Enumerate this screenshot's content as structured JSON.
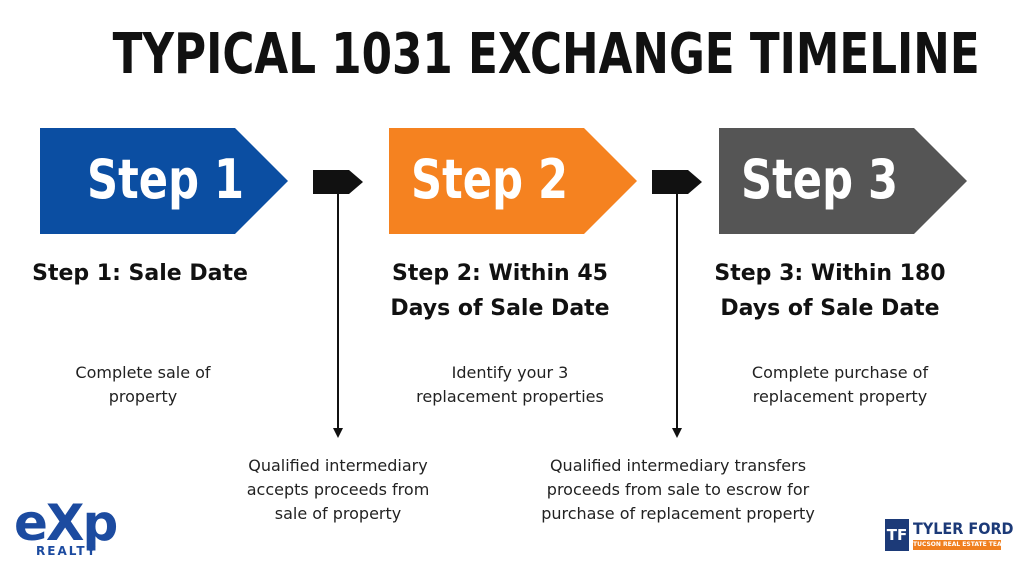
{
  "title": "TYPICAL 1031 EXCHANGE TIMELINE",
  "colors": {
    "step1": "#0b4ea2",
    "step2": "#f58220",
    "step3": "#555555",
    "connector": "#111111"
  },
  "steps": [
    {
      "badge": "Step 1",
      "title_line1": "Step 1: Sale Date",
      "title_line2": "",
      "desc_line1": "Complete sale of",
      "desc_line2": "property"
    },
    {
      "badge": "Step 2",
      "title_line1": "Step 2: Within 45",
      "title_line2": "Days of Sale Date",
      "desc_line1": "Identify your 3",
      "desc_line2": "replacement properties"
    },
    {
      "badge": "Step 3",
      "title_line1": "Step 3: Within 180",
      "title_line2": "Days of Sale Date",
      "desc_line1": "Complete purchase of",
      "desc_line2": "replacement property"
    }
  ],
  "notes": [
    {
      "line1": "Qualified intermediary",
      "line2": "accepts proceeds from",
      "line3": "sale of property"
    },
    {
      "line1": "Qualified intermediary transfers",
      "line2": "proceeds from sale to escrow for",
      "line3": "purchase of replacement property"
    }
  ],
  "logos": {
    "exp_word": "eXp",
    "exp_sub": "REALTY",
    "tf_mark": "TF",
    "tf_name": "TYLER FORD",
    "tf_sub": "TUCSON REAL ESTATE TEAM"
  }
}
